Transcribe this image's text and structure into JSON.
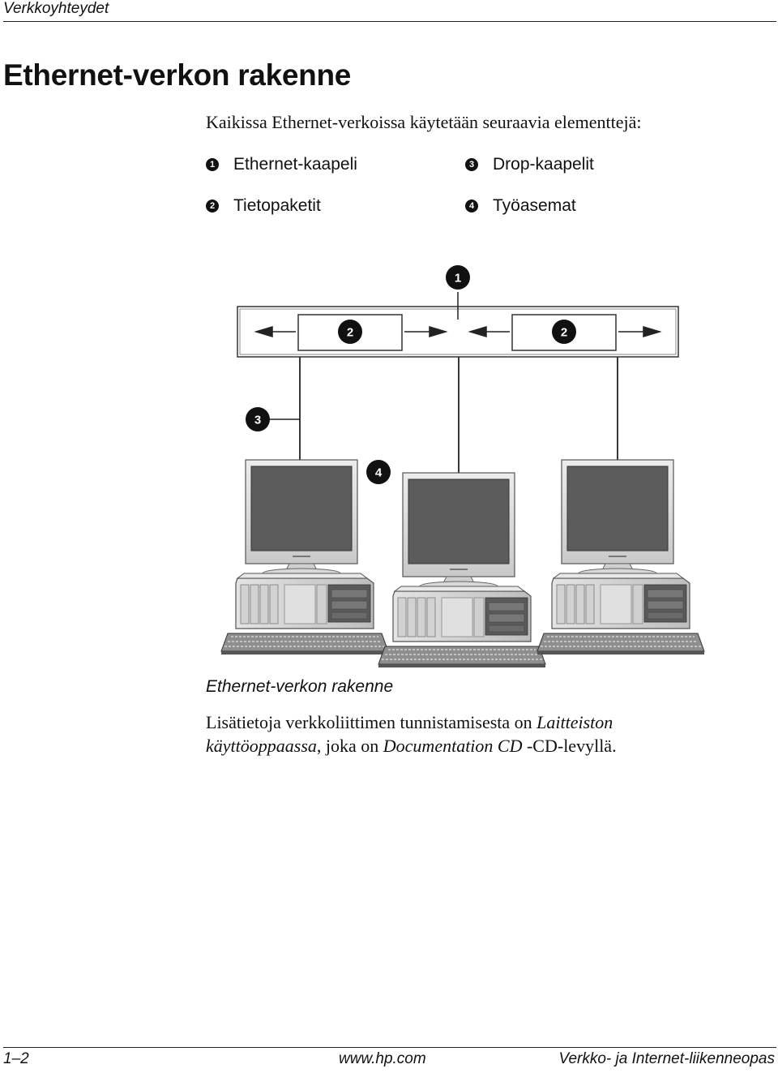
{
  "header": {
    "section": "Verkkoyhteydet"
  },
  "title": "Ethernet-verkon rakenne",
  "intro": "Kaikissa Ethernet-verkoissa käytetään seuraavia elementtejä:",
  "legend": [
    {
      "number": "1",
      "label": "Ethernet-kaapeli"
    },
    {
      "number": "2",
      "label": "Tietopaketit"
    },
    {
      "number": "3",
      "label": "Drop-kaapelit"
    },
    {
      "number": "4",
      "label": "Työasemat"
    }
  ],
  "figure": {
    "callouts": [
      "1",
      "2",
      "2",
      "3",
      "4"
    ]
  },
  "caption": "Ethernet-verkon rakenne",
  "note": {
    "part1": "Lisätietoja verkkoliittimen tunnistamisesta on ",
    "emph1": "Laitteiston käyttöoppaassa",
    "part2": ", joka on ",
    "emph2": "Documentation CD",
    "part3": " -CD-levyllä."
  },
  "footer": {
    "page": "1–2",
    "url": "www.hp.com",
    "book": "Verkko- ja Internet-liikenneopas"
  }
}
